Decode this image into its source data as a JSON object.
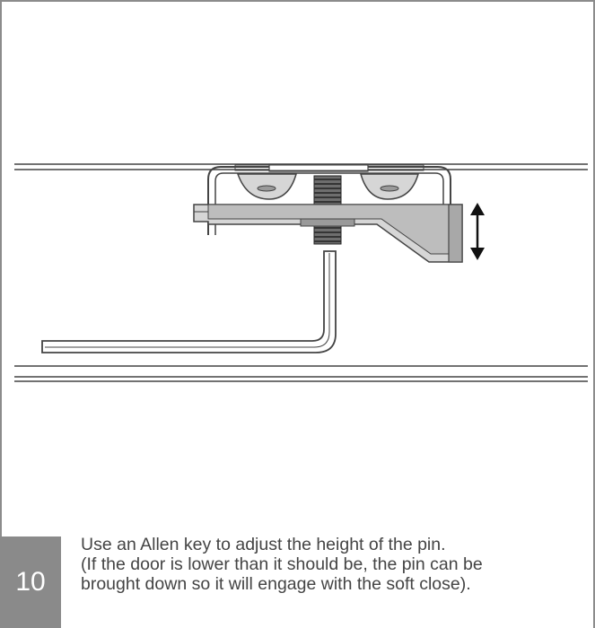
{
  "step": {
    "number": "10",
    "lines": [
      "Use an Allen key to adjust the height of the pin.",
      "(If the door is lower than it should be, the pin can be",
      "brought down so it will engage with the soft close)."
    ]
  },
  "figure": {
    "line_color": "#444444",
    "fill_light": "#d6d6d6",
    "fill_mid": "#bdbdbd",
    "fill_dark": "#9a9a9a",
    "arrow_color": "#111111"
  }
}
